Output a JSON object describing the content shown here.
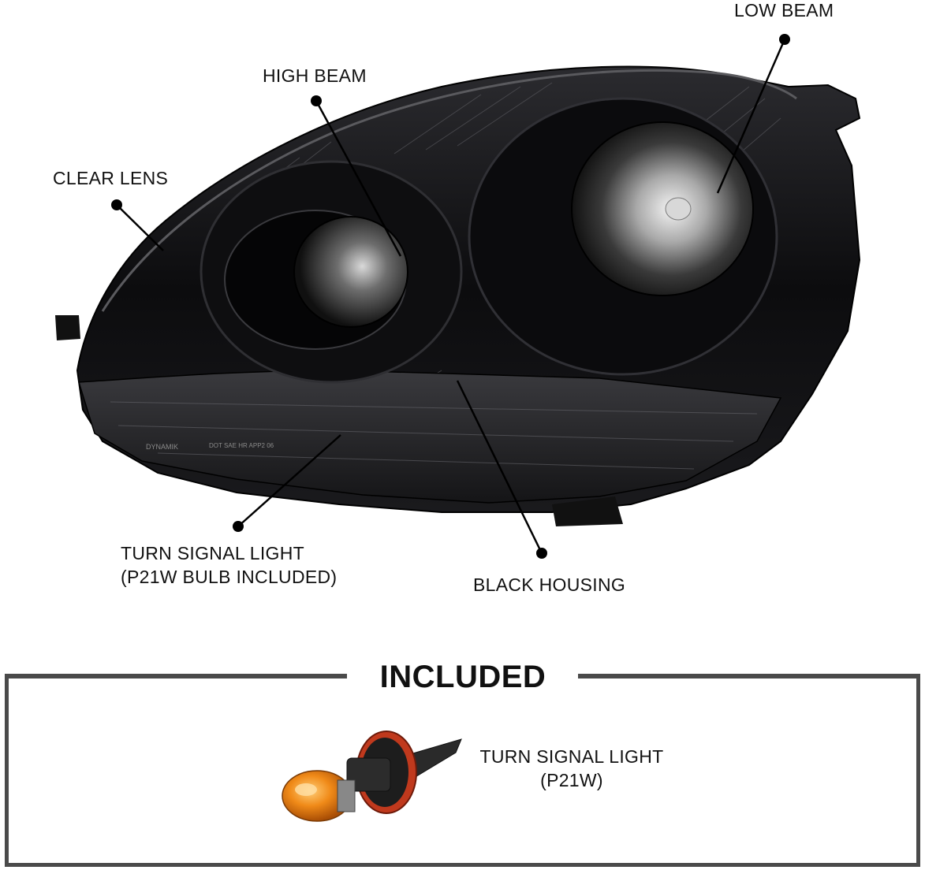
{
  "callouts": {
    "low_beam": "LOW BEAM",
    "high_beam": "HIGH BEAM",
    "clear_lens": "CLEAR LENS",
    "turn_signal_line1": "TURN SIGNAL LIGHT",
    "turn_signal_line2": "(P21W BULB INCLUDED)",
    "black_housing": "BLACK HOUSING"
  },
  "included": {
    "heading": "INCLUDED",
    "item_line1": "TURN SIGNAL LIGHT",
    "item_line2": "(P21W)"
  },
  "colors": {
    "frame": "#4a4a4a",
    "housing": "#0d0d0f",
    "bulb_amber": "#e27a10",
    "bulb_seal": "#c0391d"
  }
}
